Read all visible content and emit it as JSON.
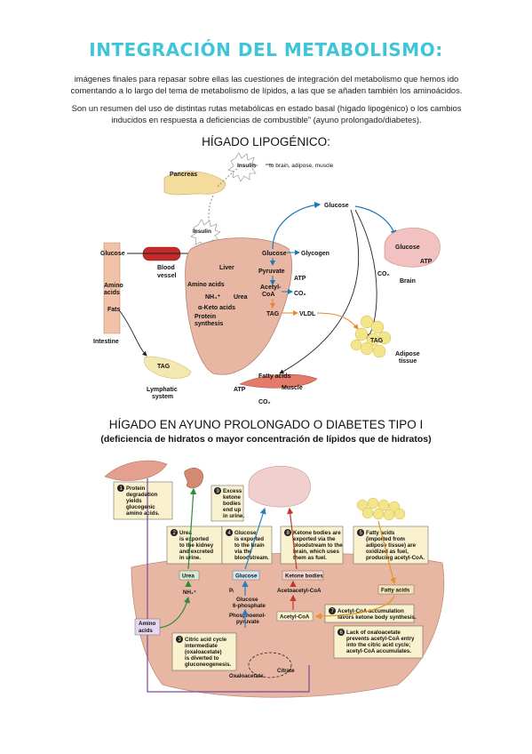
{
  "title": "INTEGRACIÓN DEL METABOLISMO:",
  "intro": [
    "imágenes finales para repasar sobre ellas las cuestiones de integración del metabolismo que hemos ido",
    "comentando a lo largo del tema de metabolismo de lípidos, a las que se añaden también los aminoácidos."
  ],
  "summary": [
    "Son un resumen del uso de distintas rutas metabólicas en estado basal (hígado lipogénico) o los cambios",
    "inducidos en respuesta a deficiencias de combustible” (ayuno prolongado/diabetes)."
  ],
  "section1_title": "HÍGADO LIPOGÉNICO:",
  "section2_title": "HÍGADO EN AYUNO PROLONGADO O DIABETES TIPO I",
  "section2_subtitle": "(deficiencia de hidratos o mayor concentración de lípidos que de hidratos)",
  "fig1": {
    "insulin_top": "Insulin",
    "insulin_targets": "to brain, adipose, muscle",
    "pancreas": "Pancreas",
    "insulin": "Insulin",
    "glucose_top": "Glucose",
    "glucose_left": "Glucose",
    "blood": "Blood",
    "vessel": "vessel",
    "liver": "Liver",
    "amino": "Amino",
    "acids": "acids",
    "fats": "Fats",
    "intestine": "Intestine",
    "liver_glucose": "Glucose",
    "glycogen": "Glycogen",
    "pyruvate": "Pyruvate",
    "amino_acids": "Amino acids",
    "nh4": "NH₄⁺",
    "urea": "Urea",
    "keto": "α-Keto acids",
    "protein": "Protein",
    "synthesis": "synthesis",
    "acetyl": "Acetyl-",
    "coa": "CoA",
    "atp1": "ATP",
    "co2_1": "CO₂",
    "tag_liver": "TAG",
    "vldl": "VLDL",
    "brain_glucose": "Glucose",
    "brain_atp": "ATP",
    "brain_co2": "CO₂",
    "brain": "Brain",
    "tag_adipose": "TAG",
    "adipose": "Adipose",
    "tissue": "tissue",
    "tag_lymph": "TAG",
    "lymphatic": "Lymphatic",
    "system": "system",
    "fatty_acids": "Fatty acids",
    "atp2": "ATP",
    "muscle": "Muscle",
    "co2_2": "CO₂"
  },
  "fig2": {
    "boxes": [
      {
        "num": "1",
        "lines": [
          "Protein",
          "degradation",
          "yields",
          "glucogenic",
          "amino acids."
        ]
      },
      {
        "num": "2",
        "lines": [
          "Urea",
          "is exported",
          "to the kidney",
          "and excreted",
          "in urine."
        ]
      },
      {
        "num": "3",
        "lines": [
          "Citric acid cycle",
          "intermediate",
          "(oxaloacetate)",
          "is diverted to",
          "gluconeogenesis."
        ]
      },
      {
        "num": "4",
        "lines": [
          "Glucose",
          "is exported",
          "to the brain",
          "via the",
          "bloodstream."
        ]
      },
      {
        "num": "5",
        "lines": [
          "Fatty acids",
          "(imported from",
          "adipose tissue) are",
          "oxidized as fuel,",
          "producing acetyl-CoA."
        ]
      },
      {
        "num": "6",
        "lines": [
          "Lack of oxaloacetate",
          "prevents acetyl-CoA entry",
          "into the citric acid cycle;",
          "acetyl-CoA accumulates."
        ]
      },
      {
        "num": "7",
        "lines": [
          "Acetyl-CoA accumulation",
          "favors ketone body synthesis."
        ]
      },
      {
        "num": "8",
        "lines": [
          "Ketone bodies are",
          "exported via the",
          "bloodstream to the",
          "brain, which uses",
          "them as fuel."
        ]
      },
      {
        "num": "9",
        "lines": [
          "Excess",
          "ketone",
          "bodies",
          "end up",
          "in urine."
        ]
      }
    ],
    "urea": "Urea",
    "nh4": "NH₄⁺",
    "amino": "Amino",
    "acids": "acids",
    "glucose": "Glucose",
    "pi": "Pᵢ",
    "g6p_1": "Glucose",
    "g6p_2": "6-phosphate",
    "pep_1": "Phosphoenol-",
    "pep_2": "pyruvate",
    "ketone": "Ketone bodies",
    "acetoacetyl": "Acetoacetyl-CoA",
    "acetylcoa": "Acetyl-CoA",
    "fatty": "Fatty acids",
    "oxaloacetate": "Oxaloacetate",
    "citrate": "Citrate"
  }
}
